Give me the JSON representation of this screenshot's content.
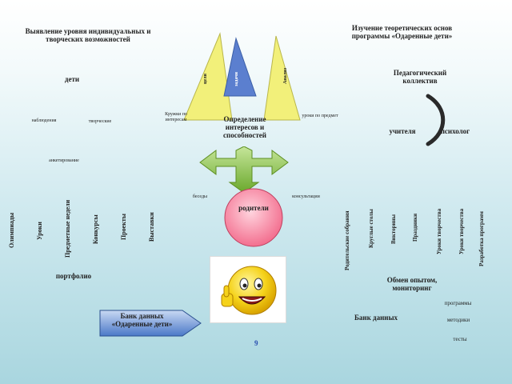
{
  "top": {
    "left_title": "Выявление уровня индивидуальных и творческих возможностей",
    "right_title": "Изучение теоретических основ программы «Одаренные дети»"
  },
  "triangles": {
    "left_label": "цели",
    "center_label": "задачи",
    "right_label": "Анализ"
  },
  "labels": {
    "deti": "дети",
    "ped": "Педагогический коллектив",
    "tl1": "наблюдения",
    "tl2": "творческие",
    "tl3": "анкетирование",
    "center_small_left": "Кружки по интересам",
    "center_small_right": "уроки по предмет",
    "center_title": "Определение интересов и способностей",
    "teachers": "учителя",
    "psych": "психолог",
    "circle_left": "беседы",
    "circle_right": "консультации",
    "parents": "родители",
    "portfolio": "портфолио",
    "exchange": "Обмен опытом, мониторинг",
    "programs": "программы",
    "bank": "Банк данных",
    "methods": "методики",
    "tests": "тесты",
    "arrow_text": "Банк данных «Одаренные дети»",
    "page_num": "9"
  },
  "left_verticals": [
    "Олимпиады",
    "Уроки",
    "Предметные недели",
    "Конкурсы",
    "Проекты",
    "Выставки"
  ],
  "right_verticals": [
    "Родительские собрания",
    "Круглые столы",
    "Викторины",
    "Праздники",
    "Уроки творчества",
    "Уроки творчества",
    "Разработка программ"
  ],
  "colors": {
    "tri_yellow": "#f2f07a",
    "tri_blue": "#5b7fcf",
    "cross_green": "#8cc63f",
    "circle_pink": "#f36f8f",
    "arrow_blue": "#4a78c8"
  }
}
